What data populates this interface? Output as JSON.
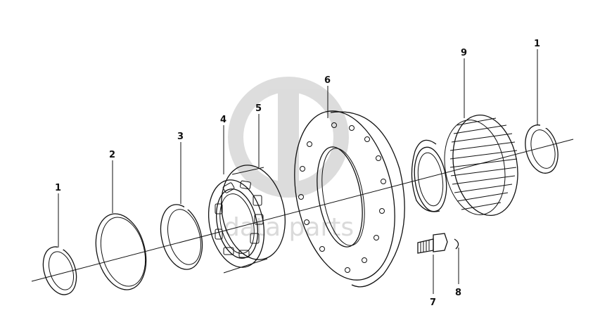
{
  "watermark": {
    "logo_letters": "GD",
    "text": "data parts"
  },
  "callouts": [
    {
      "id": "c1a",
      "label": "1"
    },
    {
      "id": "c2",
      "label": "2"
    },
    {
      "id": "c3",
      "label": "3"
    },
    {
      "id": "c4",
      "label": "4"
    },
    {
      "id": "c5",
      "label": "5"
    },
    {
      "id": "c6",
      "label": "6"
    },
    {
      "id": "c7",
      "label": "7"
    },
    {
      "id": "c8",
      "label": "8"
    },
    {
      "id": "c9",
      "label": "9"
    },
    {
      "id": "c1b",
      "label": "1"
    }
  ],
  "colors": {
    "line": "#111111",
    "watermark": "#d6d6d6",
    "background": "#ffffff"
  }
}
